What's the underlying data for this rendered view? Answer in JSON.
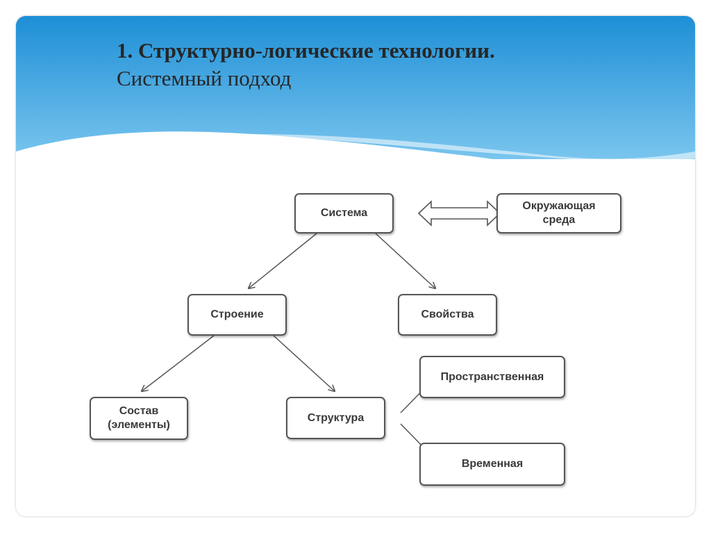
{
  "title": {
    "line1": "1. Структурно-логические технологии.",
    "line2": "Системный подход"
  },
  "colors": {
    "header_top": "#1e8fd6",
    "header_bottom": "#8fd2f4",
    "node_border": "#555555",
    "node_text": "#3a3a3a",
    "edge": "#555555",
    "title_text": "#262626"
  },
  "diagram": {
    "nodes": {
      "sistema": "Система",
      "okruzhayushchaya": "Окружающая\nсреда",
      "stroenie": "Строение",
      "svoystva": "Свойства",
      "sostav": "Состав\n(элементы)",
      "struktura": "Структура",
      "prostranstvennaya": "Пространственная",
      "vremennaya": "Временная"
    },
    "edges": [
      {
        "from": "sistema",
        "to": "stroenie",
        "type": "arrow"
      },
      {
        "from": "sistema",
        "to": "svoystva",
        "type": "arrow"
      },
      {
        "from": "stroenie",
        "to": "sostav",
        "type": "arrow"
      },
      {
        "from": "stroenie",
        "to": "struktura",
        "type": "arrow"
      },
      {
        "from": "struktura",
        "to": "prostranstvennaya",
        "type": "arrow"
      },
      {
        "from": "struktura",
        "to": "vremennaya",
        "type": "arrow"
      },
      {
        "from": "sistema",
        "to": "okruzhayushchaya",
        "type": "double-arrow"
      }
    ]
  }
}
